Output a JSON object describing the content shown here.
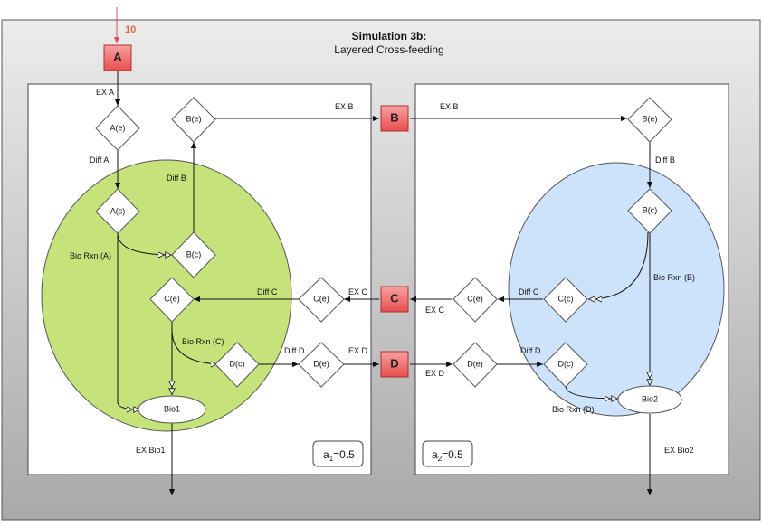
{
  "title": {
    "line1": "Simulation 3b:",
    "line2": "Layered Cross-feeding"
  },
  "colors": {
    "frame_background": "#d4d4d4",
    "compartment_background": "#ffffff",
    "cell1_fill": "#c6e27a",
    "cell2_fill": "#cde3fb",
    "external_node_fill": "#f07070",
    "inflow_arrow": "#d9534f"
  },
  "inflow": {
    "value": "10"
  },
  "external_nodes": {
    "A": "A",
    "B": "B",
    "C": "C",
    "D": "D"
  },
  "organism1": {
    "label_a": "a",
    "label_sub": "1",
    "label_val": "=0.5",
    "nodes": {
      "Ae": "A(e)",
      "Be": "B(e)",
      "Ac": "A(c)",
      "Bc": "B(c)",
      "Ce_out": "C(e)",
      "Ce_in": "C(e)",
      "Dc": "D(c)",
      "De": "D(e)",
      "Bio1": "Bio1"
    },
    "edges": {
      "ex_a": "EX A",
      "diff_a": "Diff A",
      "diff_b": "Diff B",
      "ex_b": "EX B",
      "bio_rxn_a": "Bio Rxn (A)",
      "diff_c": "Diff C",
      "ex_c": "EX C",
      "bio_rxn_c": "Bio Rxn (C)",
      "diff_d": "Diff D",
      "ex_d": "EX D",
      "ex_bio1": "EX Bio1"
    }
  },
  "organism2": {
    "label_a": "a",
    "label_sub": "2",
    "label_val": "=0.5",
    "nodes": {
      "Be": "B(e)",
      "Bc": "B(c)",
      "Ce": "C(e)",
      "Cc": "C(c)",
      "De": "D(e)",
      "Dc": "D(c)",
      "Bio2": "Bio2"
    },
    "edges": {
      "ex_b": "EX B",
      "diff_b": "Diff B",
      "diff_c": "Diff C",
      "ex_c": "EX C",
      "bio_rxn_b": "Bio Rxn (B)",
      "diff_d": "Diff D",
      "ex_d": "EX D",
      "bio_rxn_d": "Bio Rxn (D)",
      "ex_bio2": "EX Bio2"
    }
  }
}
